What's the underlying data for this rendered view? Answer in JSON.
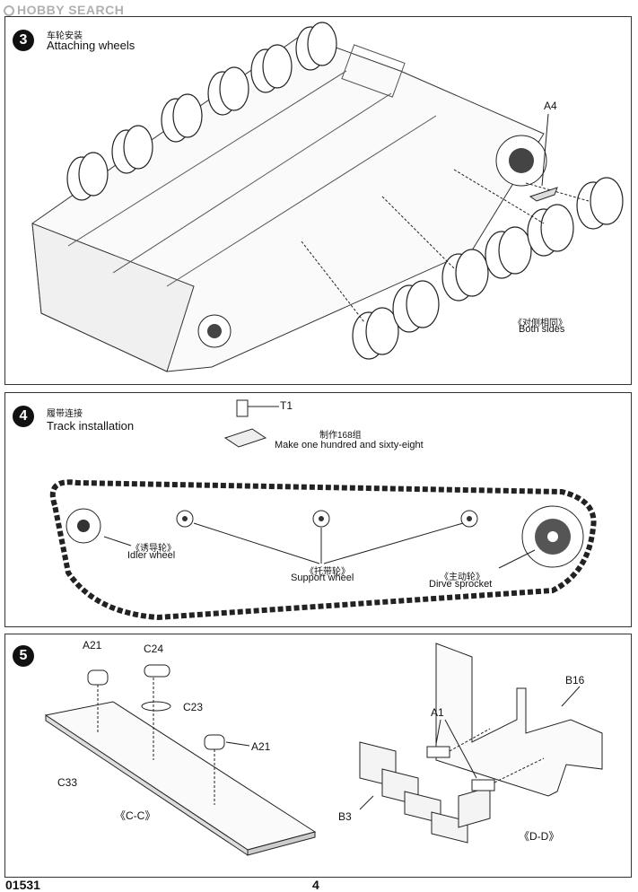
{
  "watermark": {
    "text": "HOBBY SEARCH"
  },
  "step3": {
    "number": "3",
    "title_cn": "车轮安装",
    "title_en": "Attaching wheels",
    "part_a4": "A4",
    "note_cn": "《对侧相同》",
    "note_en": "Both sides"
  },
  "step4": {
    "number": "4",
    "title_cn": "履带连接",
    "title_en": "Track installation",
    "part_t1": "T1",
    "make_cn": "制作168组",
    "make_en": "Make one hundred and sixty-eight",
    "idler_cn": "《诱导轮》",
    "idler_en": "Idler wheel",
    "support_cn": "《托带轮》",
    "support_en": "Support  wheel",
    "sprocket_cn": "《主动轮》",
    "sprocket_en": "Dirve sprocket"
  },
  "step5": {
    "number": "5",
    "parts": {
      "a21_top": "A21",
      "c24": "C24",
      "c23": "C23",
      "a21_right": "A21",
      "c33": "C33",
      "a1": "A1",
      "b16": "B16",
      "b3": "B3"
    },
    "section_cc": "《C-C》",
    "section_dd": "《D-D》"
  },
  "footer": {
    "code": "01531",
    "page": "4"
  }
}
